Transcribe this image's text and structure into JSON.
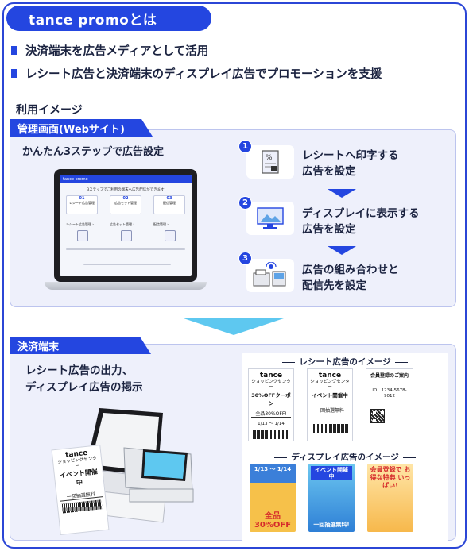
{
  "header": {
    "title": "tance promoとは"
  },
  "bullets": [
    "決済端末を広告メディアとして活用",
    "レシート広告と決済端末のディスプレイ広告でプロモーションを支援"
  ],
  "usage_label": "利用イメージ",
  "admin": {
    "tab": "管理画面(Webサイト)",
    "subtitle": "かんたん3ステップで広告設定",
    "screen": {
      "brand": "tance promo",
      "heading": "3ステップでご利用の端末へ広告配信ができます",
      "steps": [
        {
          "num": "01",
          "label": "レシート広告管理"
        },
        {
          "num": "02",
          "label": "広告セット管理"
        },
        {
          "num": "03",
          "label": "配信管理"
        }
      ],
      "cards": [
        "レシート広告管理 ›",
        "広告セット管理 ›",
        "配信管理 ›"
      ]
    },
    "steps": [
      {
        "num": "1",
        "line1": "レシートへ印字する",
        "line2": "広告を設定"
      },
      {
        "num": "2",
        "line1": "ディスプレイに表示する",
        "line2": "広告を設定"
      },
      {
        "num": "3",
        "line1": "広告の組み合わせと",
        "line2": "配信先を設定"
      }
    ]
  },
  "terminal": {
    "tab": "決済端末",
    "line1": "レシート広告の出力、",
    "line2": "ディスプレイ広告の掲示",
    "receipt_title": "レシート広告のイメージ",
    "display_title": "ディスプレイ広告のイメージ",
    "receipts": [
      {
        "logo": "tance",
        "sub": "ショッピングセンター",
        "big": "30%OFFクーポン",
        "mid": "全品30%OFF!",
        "foot": "1/13 ～ 1/14"
      },
      {
        "logo": "tance",
        "sub": "ショッピングセンター",
        "big": "イベント開催中",
        "mid": "一回抽選無料",
        "foot": ""
      },
      {
        "logo": "",
        "sub": "",
        "big": "会員登録のご案内",
        "mid": "ID：1234-5678-9012",
        "foot": ""
      }
    ],
    "posters": [
      {
        "head": "1/13 ～ 1/14",
        "big": "全品 30%OFF"
      },
      {
        "head": "イベント開催中",
        "big": "一回抽選無料!"
      },
      {
        "head": "会員登録で お得な特典 いっぱい!",
        "big": ""
      }
    ],
    "printed_receipt": {
      "logo": "tance",
      "sub": "ショッピングセンター",
      "big": "イベント開催中",
      "mid": "一回抽選無料"
    }
  },
  "colors": {
    "primary": "#2446e0",
    "panel_bg": "#eef0fb",
    "arrow": "#5ec8f0"
  }
}
